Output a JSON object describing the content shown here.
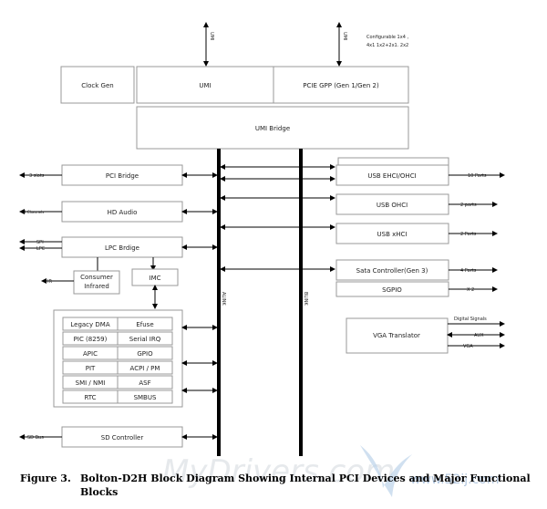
{
  "top_links": {
    "umi_left": "UMI",
    "umi_right": "UMI",
    "gpp_config_line1": "Configurable 1x4 ,",
    "gpp_config_line2": "4x1 1x2+2x1. 2x2"
  },
  "blocks": {
    "clock_gen": "Clock Gen",
    "umi": "UMI",
    "pcie_gpp": "PCIE GPP (Gen 1/Gen 2)",
    "umi_bridge": "UMI Bridge",
    "pci_bridge": "PCI Bridge",
    "hd_audio": "HD Audio",
    "lpc_bridge": "LPC Brdige",
    "consumer_infrared_1": "Consumer",
    "consumer_infrared_2": "Infrared",
    "imc": "IMC",
    "sd_controller": "SD Controller",
    "usb_ehci": "USB EHCI/OHCI",
    "usb_ohci": "USB OHCI",
    "usb_xhci": "USB xHCI",
    "sata": "Sata Controller(Gen 3)",
    "sgpio": "SGPIO",
    "vga": "VGA Translator"
  },
  "legacy_table": [
    [
      "Legacy DMA",
      "Efuse"
    ],
    [
      "PIC (8259)",
      "Serial IRQ"
    ],
    [
      "APIC",
      "GPIO"
    ],
    [
      "PIT",
      "ACPI / PM"
    ],
    [
      "SMI / NMI",
      "ASF"
    ],
    [
      "RTC",
      "SMBUS"
    ]
  ],
  "left_io": {
    "pci": "3 slots",
    "hd_audio": "4 Channels",
    "spi": "SPI",
    "lpc": "LPC",
    "ir": "IR",
    "sd": "SD Bus"
  },
  "right_io": {
    "ehci": "10 Ports",
    "ohci": "2 ports",
    "xhci": "2 Ports",
    "sata": "4 Ports",
    "sgpio": "X 2",
    "digital": "Digital Signals",
    "aux": "AUX",
    "vga": "VGA"
  },
  "buses": {
    "alink": "ALINK",
    "blink": "BLINK"
  },
  "caption": {
    "number": "Figure 3.",
    "line1": "Bolton-D2H Block Diagram Showing Internal PCI Devices and Major Functional",
    "line2": "Blocks"
  },
  "watermark": {
    "main": "MyDrivers.com",
    "site": "www.52ij.com"
  }
}
